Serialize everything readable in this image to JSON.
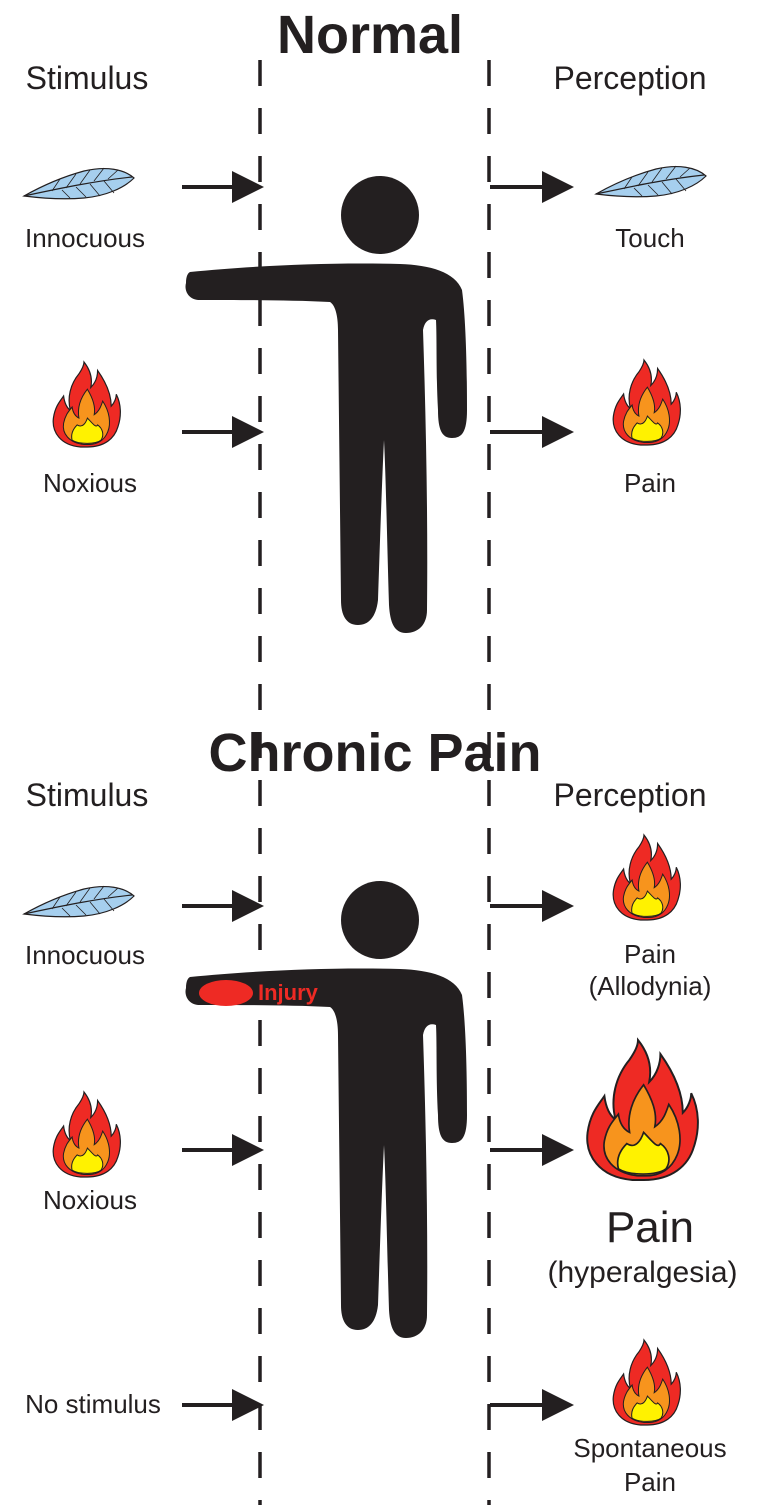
{
  "normal": {
    "title": "Normal",
    "stimulus_header": "Stimulus",
    "perception_header": "Perception",
    "rows": [
      {
        "stimulus": "Innocuous",
        "stimulus_icon": "feather-icon",
        "perception": "Touch",
        "perception_icon": "feather-icon"
      },
      {
        "stimulus": "Noxious",
        "stimulus_icon": "flame-icon",
        "perception": "Pain",
        "perception_icon": "flame-icon"
      }
    ]
  },
  "chronic": {
    "title": "Chronic Pain",
    "stimulus_header": "Stimulus",
    "perception_header": "Perception",
    "injury_label": "Injury",
    "rows": [
      {
        "stimulus": "Innocuous",
        "stimulus_icon": "feather-icon",
        "perception_line1": "Pain",
        "perception_line2": "(Allodynia)",
        "perception_icon": "flame-icon"
      },
      {
        "stimulus": "Noxious",
        "stimulus_icon": "flame-icon",
        "perception_line1": "Pain",
        "perception_line2": "(hyperalgesia)",
        "perception_icon": "large-flame-icon"
      },
      {
        "stimulus": "No stimulus",
        "perception_line1": "Spontaneous",
        "perception_line2": "Pain",
        "perception_icon": "flame-icon"
      }
    ]
  },
  "colors": {
    "figure": "#231f20",
    "feather": "#a6cfee",
    "flame_outer": "#ee2a24",
    "flame_mid": "#f7941d",
    "flame_inner": "#fff200",
    "injury": "#ee2a24"
  }
}
